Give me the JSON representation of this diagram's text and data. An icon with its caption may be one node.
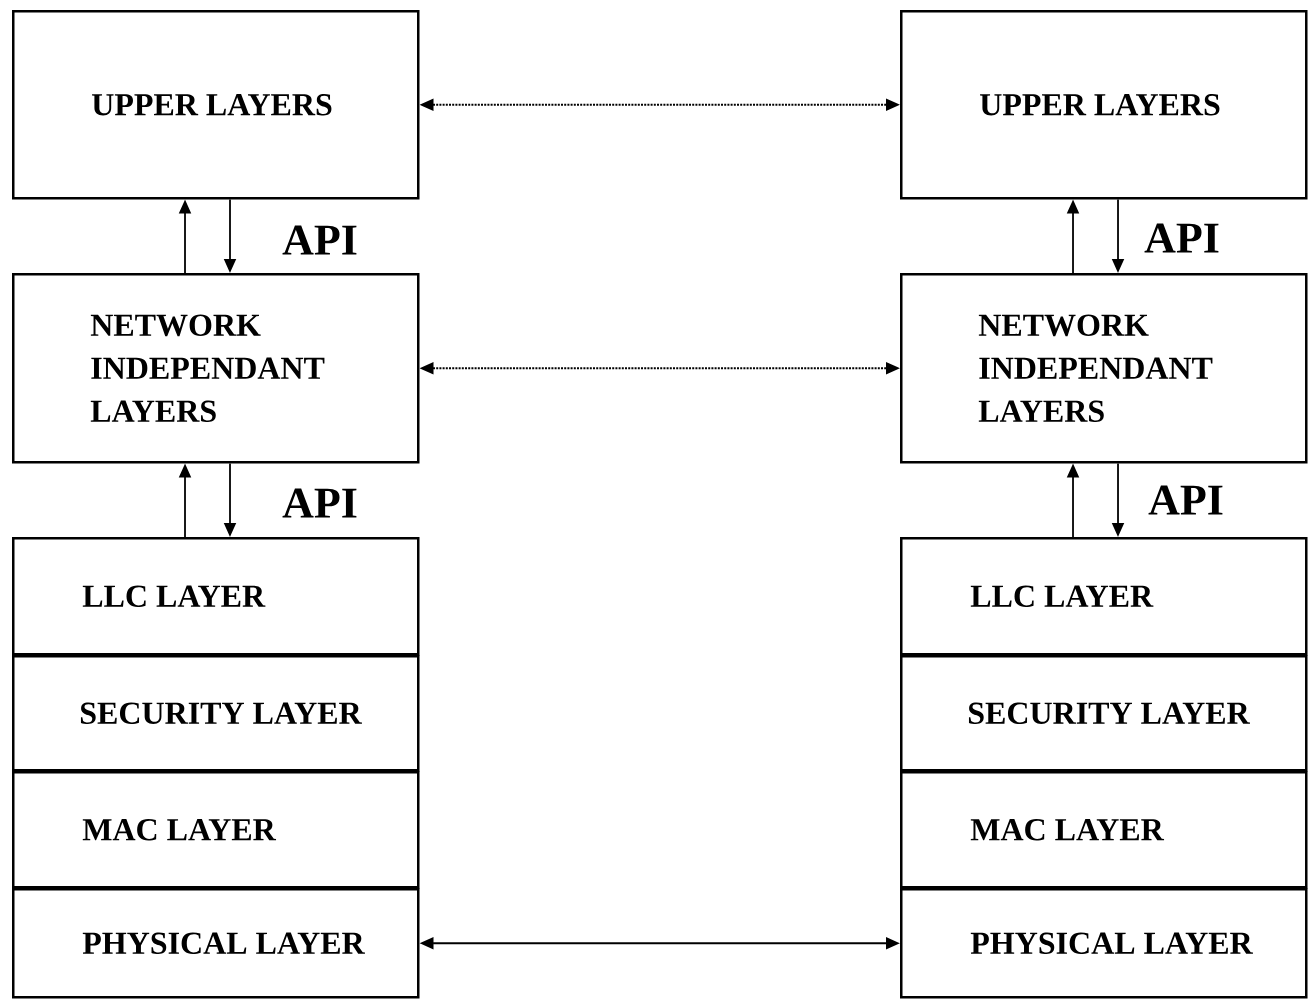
{
  "diagram": {
    "nodes": [
      {
        "text": [
          "UPPER LAYERS"
        ]
      },
      {
        "text": [
          "NETWORK INDEPENDANT LAYERS"
        ]
      },
      {
        "text": [
          "LLC LAYER"
        ]
      },
      {
        "text": [
          "SECURITY LAYER"
        ]
      },
      {
        "text": [
          "MAC LAYER"
        ]
      },
      {
        "text": [
          "PHYSICAL LAYER"
        ]
      },
      {
        "text": [
          "UPPER LAYERS"
        ]
      },
      {
        "text": [
          "NETWORK INDEPENDANT LAYERS"
        ]
      },
      {
        "text": [
          "LLC LAYER"
        ]
      },
      {
        "text": [
          "SECURITY LAYER"
        ]
      },
      {
        "text": [
          "MAC LAYER"
        ]
      },
      {
        "text": [
          "PHYSICAL LAYER"
        ]
      }
    ],
    "edges": [
      {
        "from": 0,
        "to": 6,
        "arrow": "both",
        "style": "dashed"
      },
      {
        "from": 1,
        "to": 0,
        "arrow": "to"
      },
      {
        "from": 0,
        "to": 1,
        "arrow": "to"
      },
      {
        "from": 6,
        "to": 7,
        "arrow": "to"
      },
      {
        "from": 7,
        "to": 6,
        "arrow": "to"
      },
      {
        "from": 1,
        "to": 7,
        "arrow": "both",
        "style": "dashed"
      },
      {
        "from": 2,
        "to": 1,
        "arrow": "to"
      },
      {
        "from": 1,
        "to": 2,
        "arrow": "to"
      },
      {
        "from": 8,
        "to": 7,
        "arrow": "to"
      },
      {
        "from": 7,
        "to": 8,
        "arrow": "to"
      },
      {
        "from": 5,
        "to": 11,
        "arrow": "both"
      }
    ],
    "labels": [
      "API",
      "API",
      "API",
      "API"
    ]
  }
}
